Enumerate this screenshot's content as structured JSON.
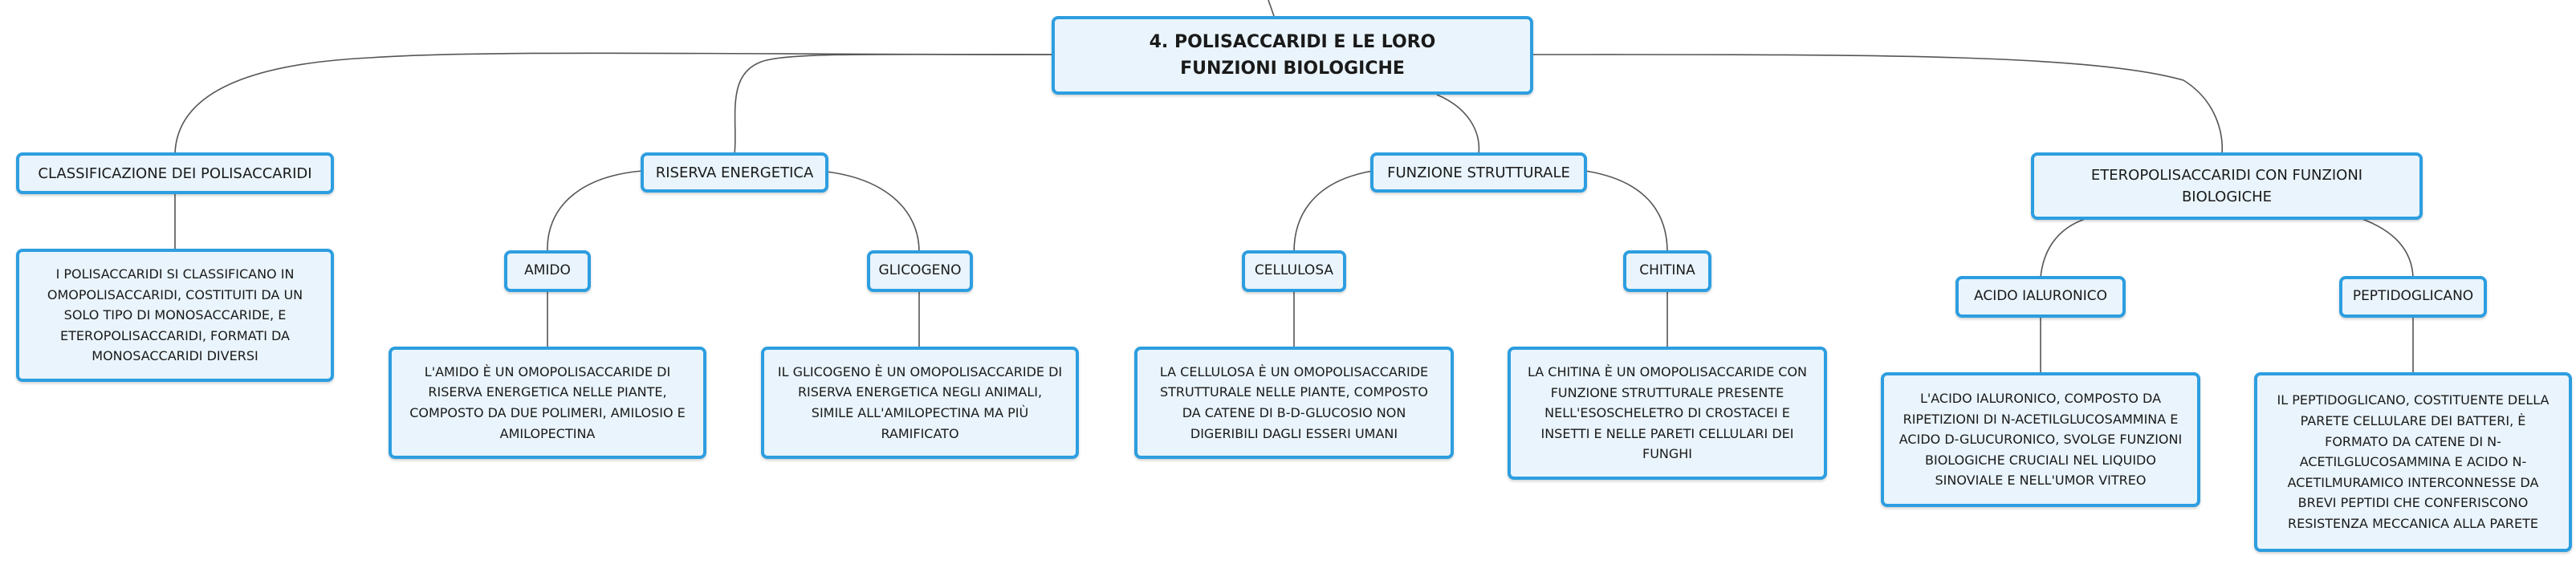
{
  "root": {
    "title": "4. POLISACCARIDI E LE LORO FUNZIONI BIOLOGICHE"
  },
  "branches": {
    "classificazione": {
      "label": "CLASSIFICAZIONE DEI POLISACCARIDI",
      "detail": "I POLISACCARIDI SI CLASSIFICANO IN OMOPOLISACCARIDI, COSTITUITI DA UN SOLO TIPO DI MONOSACCARIDE, E ETEROPOLISACCARIDI, FORMATI DA MONOSACCARIDI DIVERSI"
    },
    "riserva": {
      "label": "RISERVA ENERGETICA",
      "amido": {
        "label": "AMIDO",
        "detail": "L'AMIDO È UN OMOPOLISACCARIDE DI RISERVA ENERGETICA NELLE PIANTE, COMPOSTO DA DUE POLIMERI, AMILOSIO E AMILOPECTINA"
      },
      "glicogeno": {
        "label": "GLICOGENO",
        "detail": "IL GLICOGENO È UN OMOPOLISACCARIDE DI RISERVA ENERGETICA NEGLI ANIMALI, SIMILE ALL'AMILOPECTINA MA PIÙ RAMIFICATO"
      }
    },
    "strutturale": {
      "label": "FUNZIONE STRUTTURALE",
      "cellulosa": {
        "label": "CELLULOSA",
        "detail": "LA CELLULOSA È UN OMOPOLISACCARIDE STRUTTURALE NELLE PIANTE, COMPOSTO DA CATENE DI Β-D-GLUCOSIO NON DIGERIBILI DAGLI ESSERI UMANI"
      },
      "chitina": {
        "label": "CHITINA",
        "detail": "LA CHITINA È UN OMOPOLISACCARIDE CON FUNZIONE STRUTTURALE PRESENTE NELL'ESOSCHELETRO DI CROSTACEI E INSETTI E NELLE PARETI CELLULARI DEI FUNGHI"
      }
    },
    "etero": {
      "label": "ETEROPOLISACCARIDI CON FUNZIONI BIOLOGICHE",
      "ialuronico": {
        "label": "ACIDO IALURONICO",
        "detail": "L'ACIDO IALURONICO, COMPOSTO DA RIPETIZIONI DI N-ACETILGLUCOSAMMINA E ACIDO D-GLUCURONICO, SVOLGE FUNZIONI BIOLOGICHE CRUCIALI NEL LIQUIDO SINOVIALE E NELL'UMOR VITREO"
      },
      "peptidoglicano": {
        "label": "PEPTIDOGLICANO",
        "detail": "IL PEPTIDOGLICANO, COSTITUENTE DELLA PARETE CELLULARE DEI BATTERI, È FORMATO DA CATENE DI N-ACETILGLUCOSAMMINA E ACIDO N-ACETILMURAMICO INTERCONNESSE DA BREVI PEPTIDI CHE CONFERISCONO RESISTENZA MECCANICA ALLA PARETE"
      }
    }
  },
  "colors": {
    "border": "#2d9ee0",
    "fill": "#e9f4fc",
    "connector": "#555555"
  }
}
